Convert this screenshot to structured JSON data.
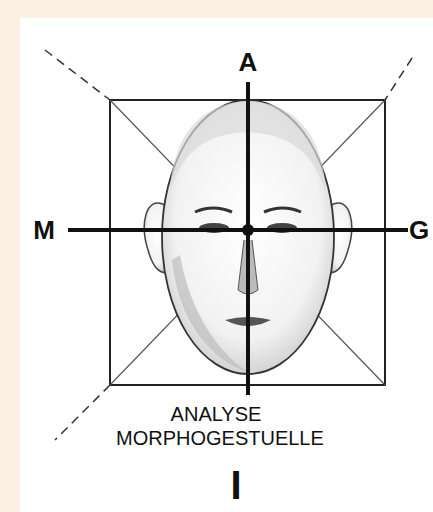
{
  "diagram": {
    "caption": "ANALYSE MORPHOGESTUELLE",
    "labels": [
      "A",
      "M",
      "G",
      "I"
    ]
  }
}
